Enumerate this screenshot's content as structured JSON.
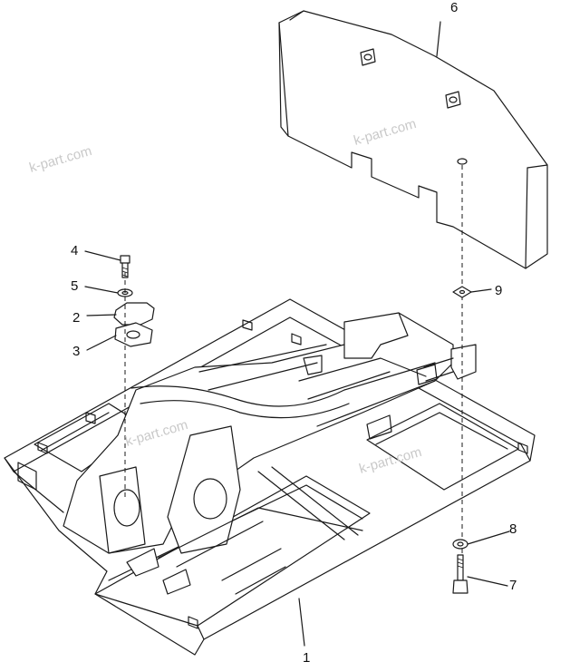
{
  "diagram": {
    "callouts": [
      {
        "id": "label-1",
        "text": "1"
      },
      {
        "id": "label-2",
        "text": "2"
      },
      {
        "id": "label-3",
        "text": "3"
      },
      {
        "id": "label-4",
        "text": "4"
      },
      {
        "id": "label-5",
        "text": "5"
      },
      {
        "id": "label-6",
        "text": "6"
      },
      {
        "id": "label-7",
        "text": "7"
      },
      {
        "id": "label-8",
        "text": "8"
      },
      {
        "id": "label-9",
        "text": "9"
      }
    ],
    "watermarks": [
      "k-part.com",
      "k-part.com",
      "k-part.com",
      "k-part.com"
    ]
  }
}
